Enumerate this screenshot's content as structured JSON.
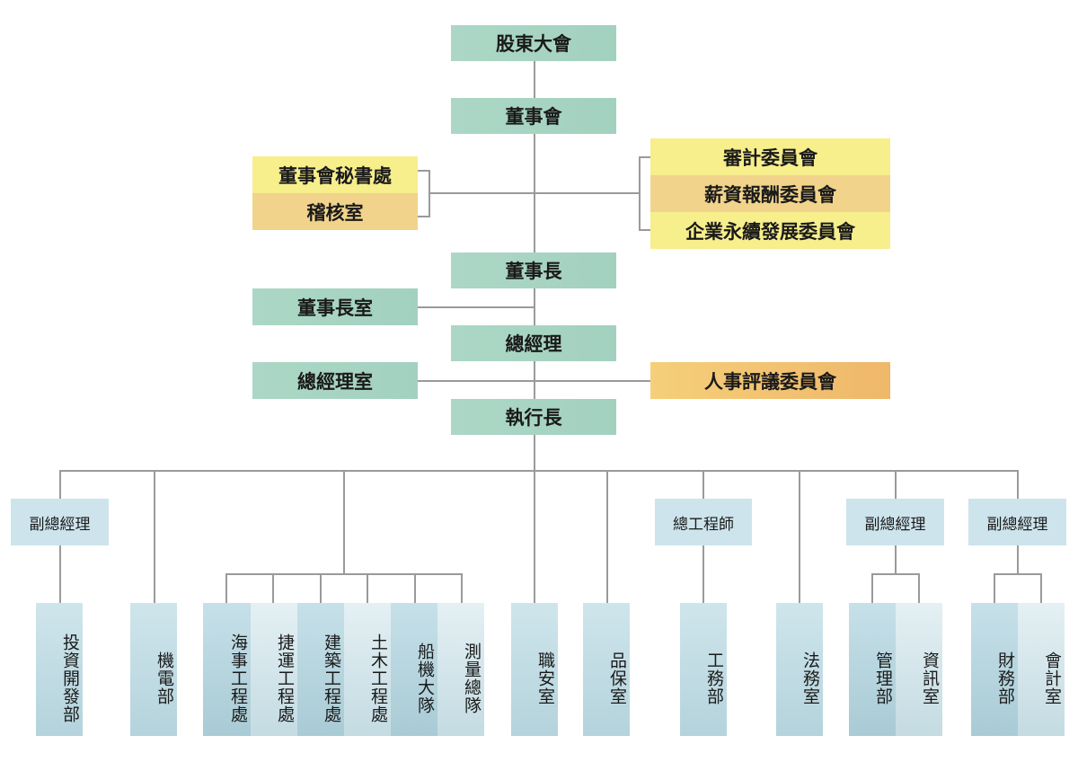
{
  "title": "組織架構圖",
  "colors": {
    "governance_green": "#a8d4c3",
    "secretariat_yellow": "#f7ee8c",
    "audit_gold": "#f1d38b",
    "hr_committee_orange": "#f2c472",
    "department_blue": "#cde4ec",
    "connector_gray": "#9a9a9a"
  },
  "main_chain": {
    "shareholders": "股東大會",
    "board": "董事會",
    "chairman": "董事長",
    "president": "總經理",
    "ceo": "執行長"
  },
  "board_left_units": [
    "董事會秘書處",
    "稽核室"
  ],
  "board_right_committees": [
    "審計委員會",
    "薪資報酬委員會",
    "企業永續發展委員會"
  ],
  "chairman_office": "董事長室",
  "president_office": "總經理室",
  "hr_committee": "人事評議委員會",
  "executive_units": {
    "vp_investment": {
      "title": "副總經理",
      "children": [
        "投資開發部"
      ]
    },
    "mechanical_electrical": "機電部",
    "engineering_group": [
      "海事工程處",
      "捷運工程處",
      "建築工程處",
      "土木工程處",
      "船機大隊",
      "測量總隊"
    ],
    "safety_office": "職安室",
    "quality_office": "品保室",
    "chief_engineer": {
      "title": "總工程師",
      "children": [
        "工務部"
      ]
    },
    "legal_office": "法務室",
    "vp_admin": {
      "title": "副總經理",
      "children": [
        "管理部",
        "資訊室"
      ]
    },
    "vp_finance": {
      "title": "副總經理",
      "children": [
        "財務部",
        "會計室"
      ]
    }
  }
}
